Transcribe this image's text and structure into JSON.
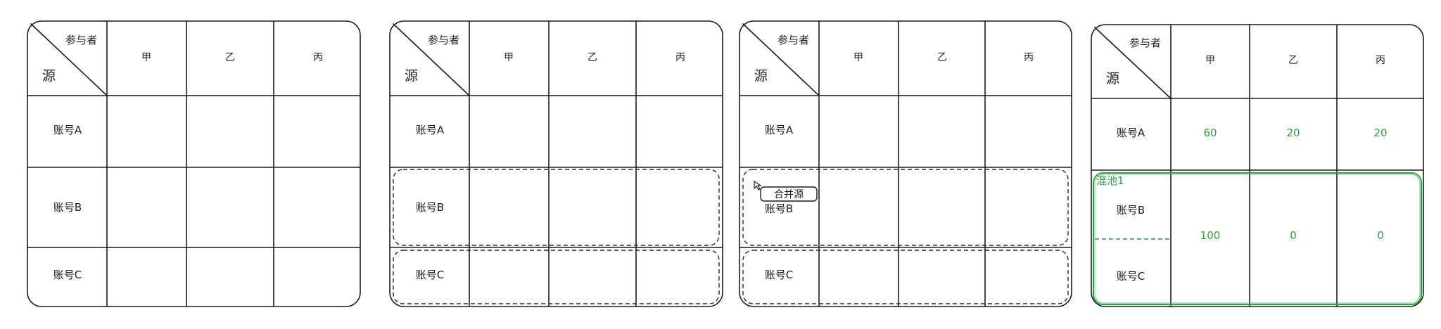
{
  "header": {
    "participants_label": "参与者",
    "source_label": "源",
    "columns": [
      "甲",
      "乙",
      "丙"
    ]
  },
  "rows": [
    "账号A",
    "账号B",
    "账号C"
  ],
  "merge_button": {
    "label": "合并源"
  },
  "pool": {
    "label": "混池1",
    "account_a_values": [
      "60",
      "20",
      "20"
    ],
    "pool_values": [
      "100",
      "0",
      "0"
    ]
  },
  "colors": {
    "ink": "#1c1c1c",
    "dashed": "#2a2a2a",
    "green": "#2f9e44"
  }
}
